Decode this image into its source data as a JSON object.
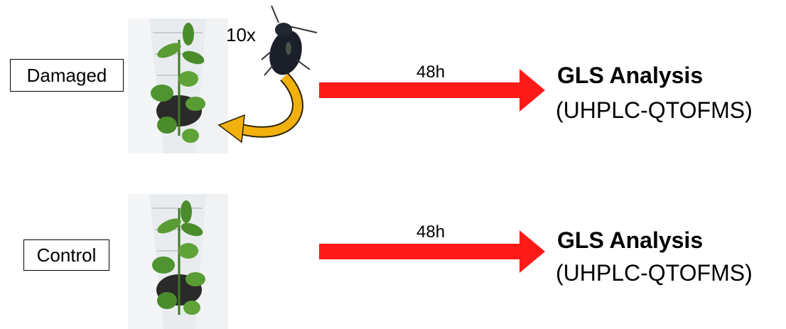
{
  "rows": [
    {
      "group_label": "Damaged",
      "time": "48h",
      "analysis_title": "GLS Analysis",
      "analysis_method": "(UHPLC-QTOFMS)"
    },
    {
      "group_label": "Control",
      "time": "48h",
      "analysis_title": "GLS Analysis",
      "analysis_method": "(UHPLC-QTOFMS)"
    }
  ],
  "insect": {
    "count": "10x",
    "icon": "beetle-icon"
  },
  "colors": {
    "arrow": "#ff1a1a",
    "curved_arrow": "#f2b10d",
    "leaf": "#4a8c2a"
  }
}
